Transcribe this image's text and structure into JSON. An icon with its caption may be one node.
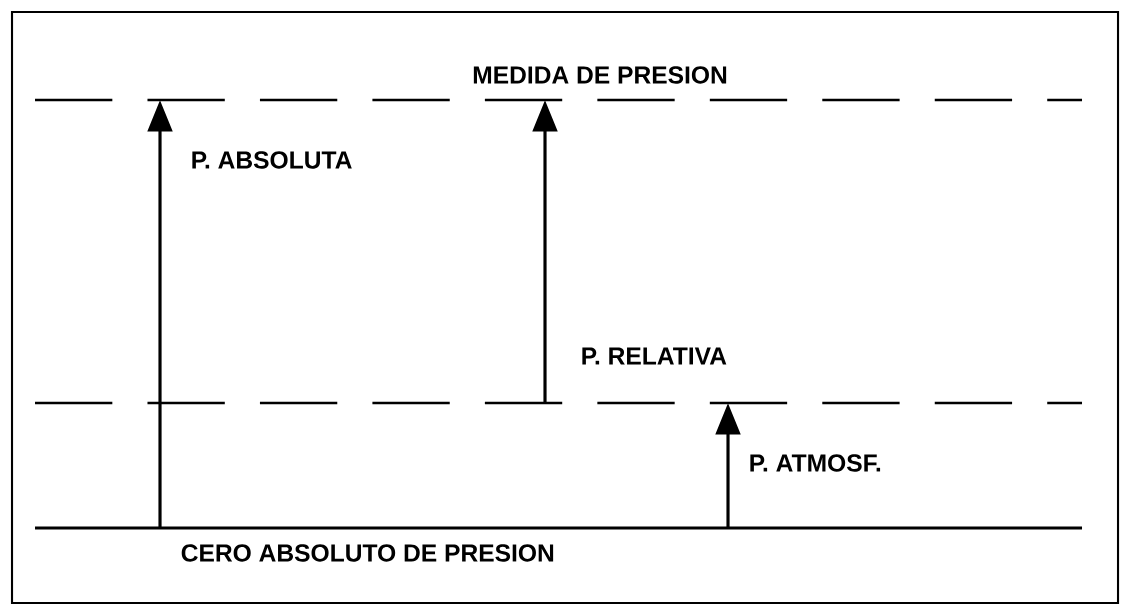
{
  "diagram": {
    "labels": [
      "MEDIDA DE PRESION",
      "P. ABSOLUTA",
      "P. RELATIVA",
      "P. ATMOSF.",
      "CERO ABSOLUTO DE PRESION"
    ]
  }
}
